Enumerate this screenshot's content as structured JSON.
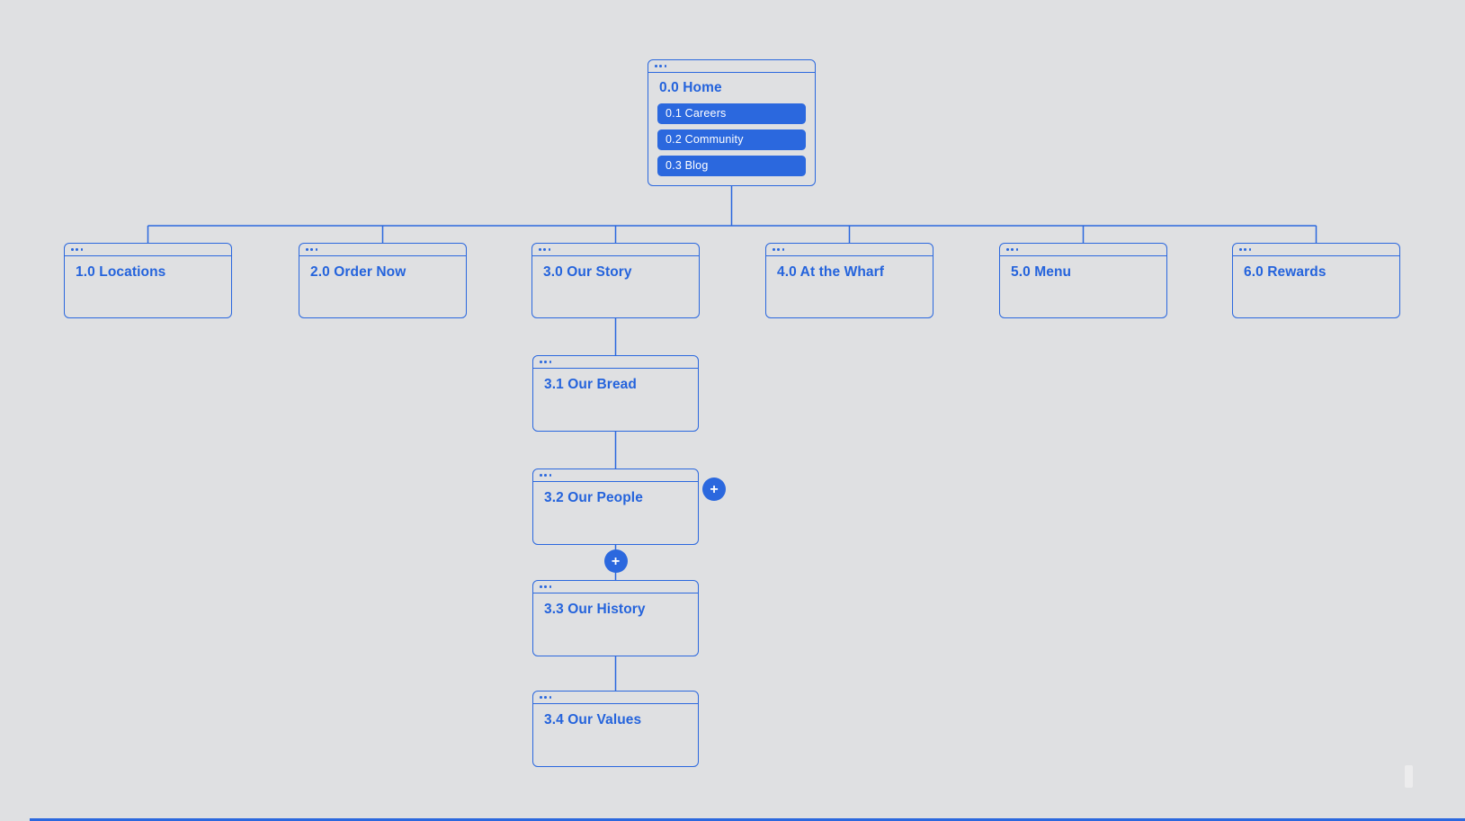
{
  "colors": {
    "background": "#dfe0e2",
    "accent": "#2b68de",
    "pill_text": "#ffffff"
  },
  "icons": {
    "plus": "+",
    "ellipsis": "card-menu-dots"
  },
  "sitemap": {
    "home": {
      "title": "0.0 Home",
      "pills": [
        {
          "label": "0.1 Careers"
        },
        {
          "label": "0.2 Community"
        },
        {
          "label": "0.3 Blog"
        }
      ]
    },
    "level1": [
      {
        "title": "1.0 Locations"
      },
      {
        "title": "2.0 Order Now"
      },
      {
        "title": "3.0 Our Story"
      },
      {
        "title": "4.0 At the Wharf"
      },
      {
        "title": "5.0 Menu"
      },
      {
        "title": "6.0 Rewards"
      }
    ],
    "branch3": [
      {
        "title": "3.1 Our Bread"
      },
      {
        "title": "3.2 Our People"
      },
      {
        "title": "3.3 Our History"
      },
      {
        "title": "3.4 Our Values"
      }
    ]
  }
}
